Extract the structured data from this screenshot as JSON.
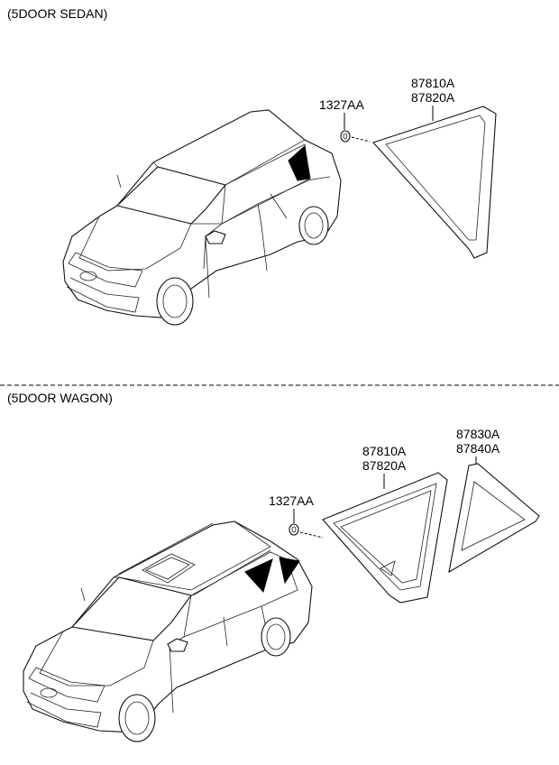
{
  "sections": [
    {
      "title": "(5DOOR SEDAN)",
      "parts": [
        {
          "code": "1327AA"
        },
        {
          "code_1": "87810A",
          "code_2": "87820A"
        }
      ]
    },
    {
      "title": "(5DOOR WAGON)",
      "parts": [
        {
          "code": "1327AA"
        },
        {
          "code_1": "87810A",
          "code_2": "87820A"
        },
        {
          "code_1": "87830A",
          "code_2": "87840A"
        }
      ]
    }
  ]
}
